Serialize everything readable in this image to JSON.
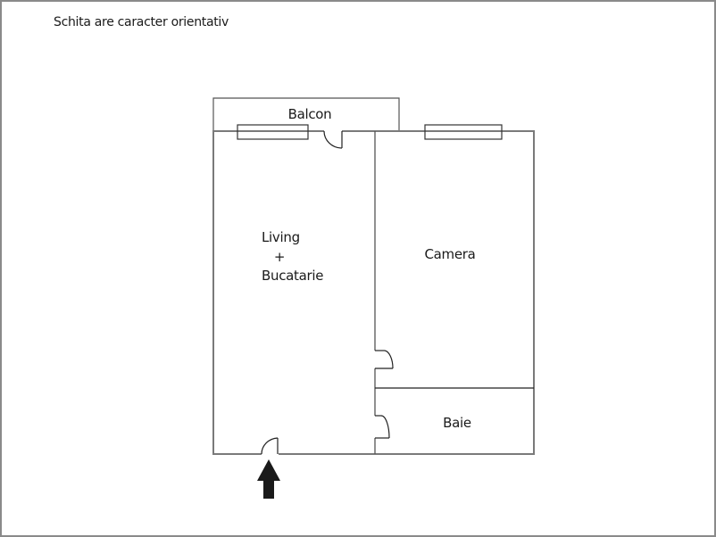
{
  "note": "Schita are caracter orientativ",
  "rooms": {
    "balcon": "Balcon",
    "living_line1": "Living",
    "living_line2": "+",
    "living_line3": "Bucatarie",
    "camera": "Camera",
    "baie": "Baie"
  },
  "colors": {
    "wall": "#7a7a7a",
    "line": "#222222",
    "arrow": "#1a1a1a",
    "frame": "#8a8a8a"
  },
  "icons": {
    "entrance": "entrance-arrow-icon"
  }
}
